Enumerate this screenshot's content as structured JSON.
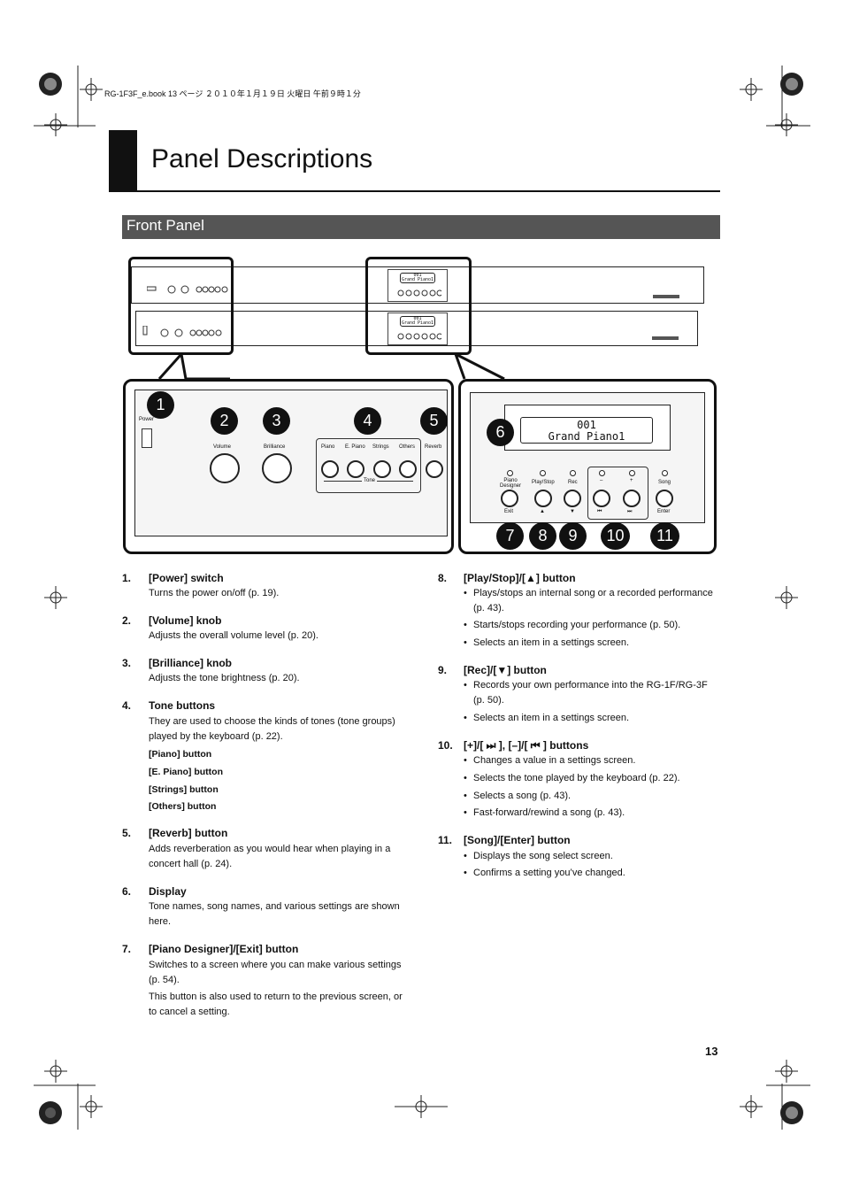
{
  "file_header": "RG-1F3F_e.book  13 ページ  ２０１０年１月１９日  火曜日  午前９時１分",
  "title": "Panel Descriptions",
  "section": "Front Panel",
  "page_number": "13",
  "diagram": {
    "badges": [
      "1",
      "2",
      "3",
      "4",
      "5",
      "6",
      "7",
      "8",
      "9",
      "10",
      "11"
    ],
    "left_labels": {
      "power": "Power",
      "volume": "Volume",
      "brilliance": "Brilliance",
      "piano": "Piano",
      "epiano": "E. Piano",
      "strings": "Strings",
      "others": "Others",
      "tone": "Tone",
      "reverb": "Reverb"
    },
    "right_labels": {
      "piano_designer": "Piano Designer",
      "play_stop": "Play/Stop",
      "rec": "Rec",
      "minus": "–",
      "plus": "+",
      "song": "Song",
      "exit": "Exit",
      "enter": "Enter",
      "up": "▲",
      "down": "▼",
      "rew": "⏮",
      "ff": "⏭"
    },
    "display_line1": "001",
    "display_line2": "Grand Piano1",
    "mini_display_line1": "001",
    "mini_display_line2": "Grand Piano1"
  },
  "items_left": [
    {
      "num": "1.",
      "head": "[Power] switch",
      "lines": [
        "Turns the power on/off (p. 19)."
      ]
    },
    {
      "num": "2.",
      "head": "[Volume] knob",
      "lines": [
        "Adjusts the overall volume level (p. 20)."
      ]
    },
    {
      "num": "3.",
      "head": "[Brilliance] knob",
      "lines": [
        "Adjusts the tone brightness (p. 20)."
      ]
    },
    {
      "num": "4.",
      "head": "Tone buttons",
      "lines": [
        "They are used to choose the kinds of tones (tone groups)",
        "played by the keyboard (p. 22)."
      ],
      "subs": [
        "[Piano] button",
        "[E. Piano] button",
        "[Strings] button",
        "[Others] button"
      ]
    },
    {
      "num": "5.",
      "head": "[Reverb] button",
      "lines": [
        "Adds reverberation as you would hear when playing in a",
        "concert hall (p. 24)."
      ]
    },
    {
      "num": "6.",
      "head": "Display",
      "lines": [
        "Tone names, song names, and various settings are shown",
        "here."
      ]
    },
    {
      "num": "7.",
      "head": "[Piano Designer]/[Exit] button",
      "lines": [
        "Switches to a screen where you can make various settings",
        "(p. 54).",
        "This button is also used to return to the previous screen, or",
        "to cancel a setting."
      ]
    }
  ],
  "items_right": [
    {
      "num": "8.",
      "head": "[Play/Stop]/[▲] button",
      "bullets": [
        "Plays/stops an internal song or a recorded performance",
        "(p. 43).",
        "Starts/stops recording your performance (p. 50).",
        "Selects an item in a settings screen."
      ]
    },
    {
      "num": "9.",
      "head": "[Rec]/[▼] button",
      "bullets": [
        "Records your own performance into the RG-1F/RG-3F",
        "(p. 50).",
        "Selects an item in a settings screen."
      ]
    },
    {
      "num": "10.",
      "head": "[+]/[ ⏭ ], [–]/[ ⏮ ] buttons",
      "bullets": [
        "Changes a value in a settings screen.",
        "Selects the tone played by the keyboard (p. 22).",
        "Selects a song (p. 43).",
        "Fast-forward/rewind a song (p. 43)."
      ]
    },
    {
      "num": "11.",
      "head": "[Song]/[Enter] button",
      "bullets": [
        "Displays the song select screen.",
        "Confirms a setting you’ve changed."
      ]
    }
  ]
}
